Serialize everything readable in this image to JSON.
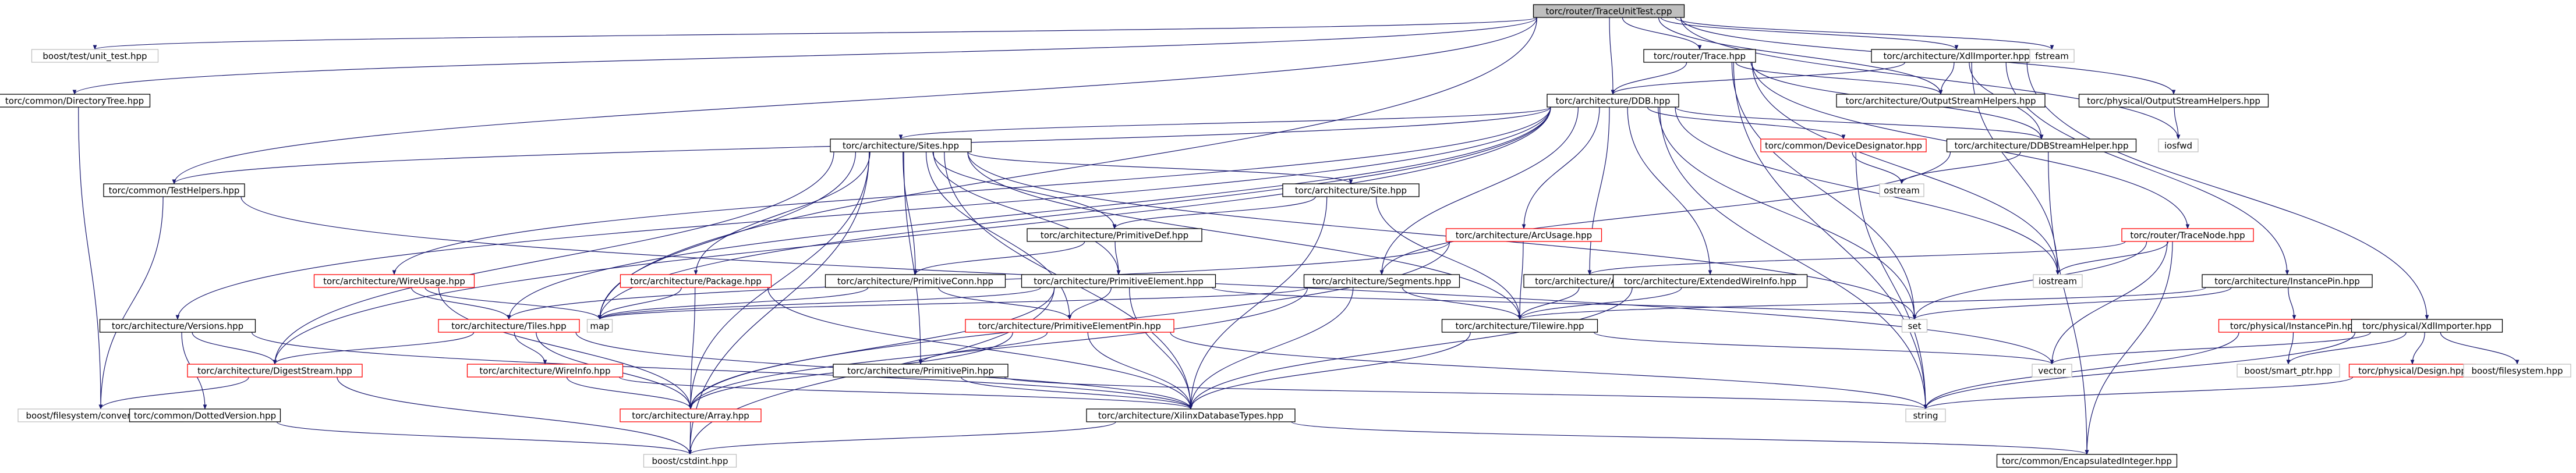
{
  "graph": {
    "nodes": [
      {
        "id": "root",
        "label": "torc/router/TraceUnitTest.cpp",
        "style": "root"
      },
      {
        "id": "boost_unit",
        "label": "boost/test/unit_test.hpp",
        "style": "external"
      },
      {
        "id": "router_trace",
        "label": "torc/router/Trace.hpp",
        "style": "normal"
      },
      {
        "id": "xdlimporter_arch",
        "label": "torc/architecture/XdlImporter.hpp",
        "style": "normal"
      },
      {
        "id": "fstream",
        "label": "fstream",
        "style": "external"
      },
      {
        "id": "dirtree",
        "label": "torc/common/DirectoryTree.hpp",
        "style": "normal"
      },
      {
        "id": "ddb",
        "label": "torc/architecture/DDB.hpp",
        "style": "normal"
      },
      {
        "id": "osh_arch",
        "label": "torc/architecture/OutputStreamHelpers.hpp",
        "style": "normal"
      },
      {
        "id": "osh_phys",
        "label": "torc/physical/OutputStreamHelpers.hpp",
        "style": "normal"
      },
      {
        "id": "iosfwd",
        "label": "iosfwd",
        "style": "external"
      },
      {
        "id": "sites",
        "label": "torc/architecture/Sites.hpp",
        "style": "normal"
      },
      {
        "id": "devdesig",
        "label": "torc/common/DeviceDesignator.hpp",
        "style": "red"
      },
      {
        "id": "ddbsh",
        "label": "torc/architecture/DDBStreamHelper.hpp",
        "style": "normal"
      },
      {
        "id": "ostream",
        "label": "ostream",
        "style": "external"
      },
      {
        "id": "testhelpers",
        "label": "torc/common/TestHelpers.hpp",
        "style": "normal"
      },
      {
        "id": "site",
        "label": "torc/architecture/Site.hpp",
        "style": "normal"
      },
      {
        "id": "primdef",
        "label": "torc/architecture/PrimitiveDef.hpp",
        "style": "normal"
      },
      {
        "id": "arcusage",
        "label": "torc/architecture/ArcUsage.hpp",
        "style": "red"
      },
      {
        "id": "tracenode",
        "label": "torc/router/TraceNode.hpp",
        "style": "red"
      },
      {
        "id": "wireusage",
        "label": "torc/architecture/WireUsage.hpp",
        "style": "red"
      },
      {
        "id": "package",
        "label": "torc/architecture/Package.hpp",
        "style": "red"
      },
      {
        "id": "primconn",
        "label": "torc/architecture/PrimitiveConn.hpp",
        "style": "normal"
      },
      {
        "id": "primelem",
        "label": "torc/architecture/PrimitiveElement.hpp",
        "style": "normal"
      },
      {
        "id": "segments",
        "label": "torc/architecture/Segments.hpp",
        "style": "normal"
      },
      {
        "id": "arc",
        "label": "torc/architecture/Arc.hpp",
        "style": "normal"
      },
      {
        "id": "extwireinfo",
        "label": "torc/architecture/ExtendedWireInfo.hpp",
        "style": "normal"
      },
      {
        "id": "iostream",
        "label": "iostream",
        "style": "external"
      },
      {
        "id": "instancepin",
        "label": "torc/architecture/InstancePin.hpp",
        "style": "normal"
      },
      {
        "id": "tiles",
        "label": "torc/architecture/Tiles.hpp",
        "style": "red"
      },
      {
        "id": "map",
        "label": "map",
        "style": "external"
      },
      {
        "id": "primelempin",
        "label": "torc/architecture/PrimitiveElementPin.hpp",
        "style": "red"
      },
      {
        "id": "tilewire",
        "label": "torc/architecture/Tilewire.hpp",
        "style": "normal"
      },
      {
        "id": "set",
        "label": "set",
        "style": "external"
      },
      {
        "id": "phys_instpin",
        "label": "torc/physical/InstancePin.hpp",
        "style": "red"
      },
      {
        "id": "xdlimporter_phys",
        "label": "torc/physical/XdlImporter.hpp",
        "style": "normal"
      },
      {
        "id": "versions",
        "label": "torc/architecture/Versions.hpp",
        "style": "normal"
      },
      {
        "id": "digeststream",
        "label": "torc/architecture/DigestStream.hpp",
        "style": "red"
      },
      {
        "id": "wireinfo",
        "label": "torc/architecture/WireInfo.hpp",
        "style": "red"
      },
      {
        "id": "primpin",
        "label": "torc/architecture/PrimitivePin.hpp",
        "style": "normal"
      },
      {
        "id": "vector",
        "label": "vector",
        "style": "external"
      },
      {
        "id": "smartptr",
        "label": "boost/smart_ptr.hpp",
        "style": "external"
      },
      {
        "id": "phys_design",
        "label": "torc/physical/Design.hpp",
        "style": "red"
      },
      {
        "id": "filesystem",
        "label": "boost/filesystem.hpp",
        "style": "external"
      },
      {
        "id": "fsconv",
        "label": "boost/filesystem/convenience.hpp",
        "style": "external"
      },
      {
        "id": "dottedver",
        "label": "torc/common/DottedVersion.hpp",
        "style": "normal"
      },
      {
        "id": "array",
        "label": "torc/architecture/Array.hpp",
        "style": "red"
      },
      {
        "id": "xilinxdbt",
        "label": "torc/architecture/XilinxDatabaseTypes.hpp",
        "style": "normal"
      },
      {
        "id": "string",
        "label": "string",
        "style": "external"
      },
      {
        "id": "cstdint",
        "label": "boost/cstdint.hpp",
        "style": "external"
      },
      {
        "id": "encint",
        "label": "torc/common/EncapsulatedInteger.hpp",
        "style": "normal"
      }
    ],
    "edges": [
      [
        "root",
        "boost_unit"
      ],
      [
        "root",
        "router_trace"
      ],
      [
        "root",
        "xdlimporter_arch"
      ],
      [
        "root",
        "fstream"
      ],
      [
        "root",
        "dirtree"
      ],
      [
        "root",
        "testhelpers"
      ],
      [
        "root",
        "ddb"
      ],
      [
        "root",
        "map"
      ],
      [
        "root",
        "osh_phys"
      ],
      [
        "root",
        "osh_arch"
      ],
      [
        "root",
        "iosfwd"
      ],
      [
        "router_trace",
        "ddb"
      ],
      [
        "router_trace",
        "tracenode"
      ],
      [
        "router_trace",
        "osh_arch"
      ],
      [
        "router_trace",
        "iostream"
      ],
      [
        "router_trace",
        "set"
      ],
      [
        "router_trace",
        "ddbsh"
      ],
      [
        "router_trace",
        "string"
      ],
      [
        "xdlimporter_arch",
        "ddb"
      ],
      [
        "xdlimporter_arch",
        "osh_arch"
      ],
      [
        "xdlimporter_arch",
        "ddbsh"
      ],
      [
        "xdlimporter_arch",
        "instancepin"
      ],
      [
        "xdlimporter_arch",
        "xdlimporter_phys"
      ],
      [
        "xdlimporter_arch",
        "iostream"
      ],
      [
        "dirtree",
        "fsconv"
      ],
      [
        "ddb",
        "sites"
      ],
      [
        "ddb",
        "devdesig"
      ],
      [
        "ddb",
        "ddbsh"
      ],
      [
        "ddb",
        "arcusage"
      ],
      [
        "ddb",
        "wireusage"
      ],
      [
        "ddb",
        "tiles"
      ],
      [
        "ddb",
        "segments"
      ],
      [
        "ddb",
        "arc"
      ],
      [
        "ddb",
        "extwireinfo"
      ],
      [
        "ddb",
        "versions"
      ],
      [
        "ddb",
        "digeststream"
      ],
      [
        "ddb",
        "map"
      ],
      [
        "ddb",
        "set"
      ],
      [
        "ddb",
        "string"
      ],
      [
        "ddb",
        "iostream"
      ],
      [
        "ddb",
        "testhelpers"
      ],
      [
        "osh_phys",
        "iosfwd"
      ],
      [
        "sites",
        "site"
      ],
      [
        "sites",
        "primdef"
      ],
      [
        "sites",
        "package"
      ],
      [
        "sites",
        "primconn"
      ],
      [
        "sites",
        "primelem"
      ],
      [
        "sites",
        "primelempin"
      ],
      [
        "sites",
        "primpin"
      ],
      [
        "sites",
        "tilewire"
      ],
      [
        "sites",
        "digeststream"
      ],
      [
        "sites",
        "array"
      ],
      [
        "sites",
        "xilinxdbt"
      ],
      [
        "sites",
        "map"
      ],
      [
        "sites",
        "set"
      ],
      [
        "sites",
        "cstdint"
      ],
      [
        "devdesig",
        "ostream"
      ],
      [
        "devdesig",
        "string"
      ],
      [
        "ddbsh",
        "ostream"
      ],
      [
        "ddbsh",
        "segments"
      ],
      [
        "ddbsh",
        "encint"
      ],
      [
        "testhelpers",
        "fsconv"
      ],
      [
        "testhelpers",
        "vector"
      ],
      [
        "site",
        "primdef"
      ],
      [
        "site",
        "tilewire"
      ],
      [
        "site",
        "xilinxdbt"
      ],
      [
        "primdef",
        "primconn"
      ],
      [
        "primdef",
        "primelem"
      ],
      [
        "arcusage",
        "tilewire"
      ],
      [
        "arcusage",
        "tiles"
      ],
      [
        "arcusage",
        "array"
      ],
      [
        "tracenode",
        "arc"
      ],
      [
        "tracenode",
        "vector"
      ],
      [
        "tracenode",
        "set"
      ],
      [
        "tracenode",
        "iostream"
      ],
      [
        "tracenode",
        "encint"
      ],
      [
        "wireusage",
        "tiles"
      ],
      [
        "wireusage",
        "array"
      ],
      [
        "wireusage",
        "map"
      ],
      [
        "package",
        "map"
      ],
      [
        "package",
        "xilinxdbt"
      ],
      [
        "package",
        "array"
      ],
      [
        "primconn",
        "primelempin"
      ],
      [
        "primconn",
        "map"
      ],
      [
        "primelem",
        "primelempin"
      ],
      [
        "primelem",
        "xilinxdbt"
      ],
      [
        "primelem",
        "array"
      ],
      [
        "primelem",
        "map"
      ],
      [
        "primelem",
        "set"
      ],
      [
        "primelem",
        "cstdint"
      ],
      [
        "segments",
        "tilewire"
      ],
      [
        "segments",
        "xilinxdbt"
      ],
      [
        "segments",
        "array"
      ],
      [
        "segments",
        "map"
      ],
      [
        "arc",
        "tilewire"
      ],
      [
        "extwireinfo",
        "tilewire"
      ],
      [
        "extwireinfo",
        "xilinxdbt"
      ],
      [
        "instancepin",
        "tilewire"
      ],
      [
        "instancepin",
        "phys_instpin"
      ],
      [
        "instancepin",
        "set"
      ],
      [
        "tiles",
        "wireinfo"
      ],
      [
        "tiles",
        "digeststream"
      ],
      [
        "tiles",
        "array"
      ],
      [
        "tiles",
        "xilinxdbt"
      ],
      [
        "primelempin",
        "primpin"
      ],
      [
        "primelempin",
        "xilinxdbt"
      ],
      [
        "primelempin",
        "array"
      ],
      [
        "primelempin",
        "string"
      ],
      [
        "tilewire",
        "xilinxdbt"
      ],
      [
        "tilewire",
        "vector"
      ],
      [
        "phys_instpin",
        "smartptr"
      ],
      [
        "phys_instpin",
        "string"
      ],
      [
        "xdlimporter_phys",
        "phys_design"
      ],
      [
        "xdlimporter_phys",
        "smartptr"
      ],
      [
        "xdlimporter_phys",
        "filesystem"
      ],
      [
        "xdlimporter_phys",
        "vector"
      ],
      [
        "xdlimporter_phys",
        "string"
      ],
      [
        "versions",
        "dottedver"
      ],
      [
        "versions",
        "digeststream"
      ],
      [
        "versions",
        "xilinxdbt"
      ],
      [
        "digeststream",
        "fsconv"
      ],
      [
        "digeststream",
        "cstdint"
      ],
      [
        "wireinfo",
        "array"
      ],
      [
        "wireinfo",
        "xilinxdbt"
      ],
      [
        "primpin",
        "xilinxdbt"
      ],
      [
        "primpin",
        "string"
      ],
      [
        "phys_design",
        "string"
      ],
      [
        "dottedver",
        "cstdint"
      ],
      [
        "array",
        "cstdint"
      ],
      [
        "xilinxdbt",
        "cstdint"
      ],
      [
        "xilinxdbt",
        "encint"
      ]
    ]
  }
}
